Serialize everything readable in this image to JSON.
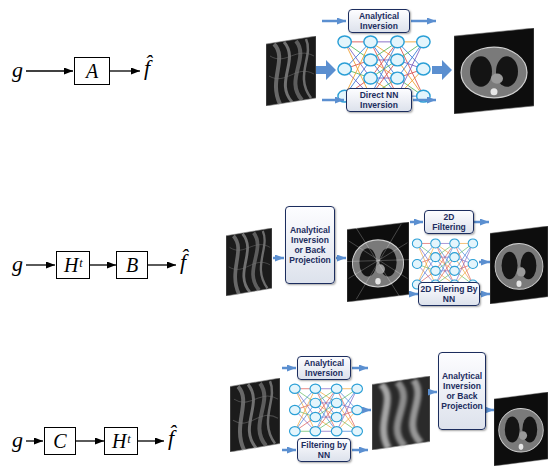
{
  "diagram": {
    "nodes": [
      {
        "text": [
          "A"
        ]
      },
      {
        "text": [
          "Analytical Inversion"
        ]
      },
      {
        "text": [
          "Direct NN Inversion"
        ]
      },
      {
        "text": [
          "Hᵗ"
        ]
      },
      {
        "text": [
          "B"
        ]
      },
      {
        "text": [
          "Analytical Inversion or Back Projection"
        ]
      },
      {
        "text": [
          "2D Filtering"
        ]
      },
      {
        "text": [
          "2D Filering By NN"
        ]
      },
      {
        "text": [
          "C"
        ]
      },
      {
        "text": [
          "Hᵗ"
        ]
      },
      {
        "text": [
          "Analytical Inversion"
        ]
      },
      {
        "text": [
          "Filtering by NN"
        ]
      },
      {
        "text": [
          "Analytical Inversion or Back Projection"
        ]
      }
    ],
    "edges": [
      {
        "from": 3,
        "to": 4,
        "arrow": "to"
      },
      {
        "from": 8,
        "to": 9,
        "arrow": "to"
      }
    ],
    "labels": [
      "g",
      "f̂",
      "g",
      "f̂",
      "g",
      "f̂"
    ]
  }
}
